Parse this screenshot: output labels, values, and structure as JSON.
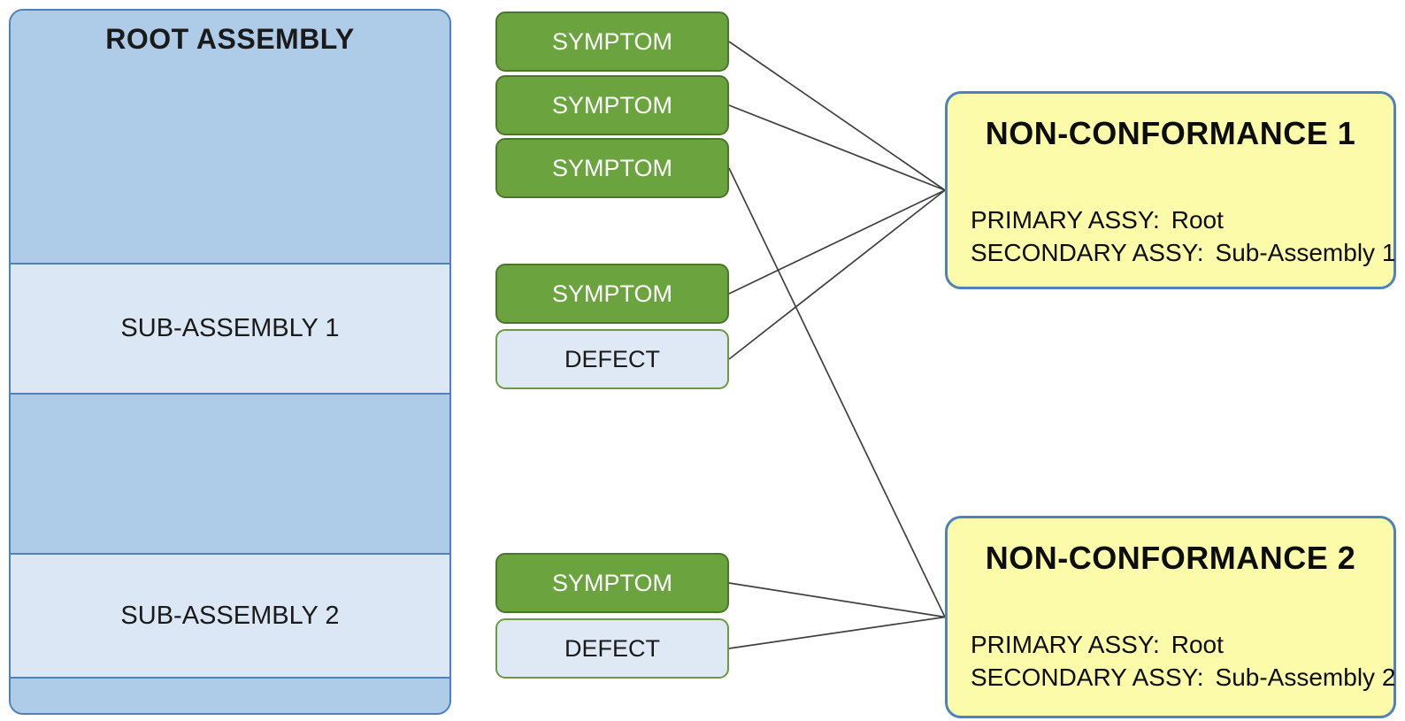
{
  "colors": {
    "section_dark": "#aecbe8",
    "section_light": "#dbe7f4",
    "panel_border": "#4f81bd",
    "symptom_fill": "#6ba33e",
    "symptom_border": "#4c752c",
    "symptom_text": "#ffffff",
    "defect_fill": "#dfe9f5",
    "defect_border": "#6b9a40",
    "nc_fill": "#fbfba9",
    "nc_border": "#4f81bd",
    "connector": "#404040"
  },
  "assembly": {
    "title": "ROOT ASSEMBLY",
    "sub_assembly_1": "SUB-ASSEMBLY 1",
    "sub_assembly_2": "SUB-ASSEMBLY 2"
  },
  "nodes": [
    {
      "id": "symptom-1",
      "type": "symptom",
      "label": "SYMPTOM"
    },
    {
      "id": "symptom-2",
      "type": "symptom",
      "label": "SYMPTOM"
    },
    {
      "id": "symptom-3",
      "type": "symptom",
      "label": "SYMPTOM"
    },
    {
      "id": "symptom-4",
      "type": "symptom",
      "label": "SYMPTOM"
    },
    {
      "id": "defect-1",
      "type": "defect",
      "label": "DEFECT"
    },
    {
      "id": "symptom-5",
      "type": "symptom",
      "label": "SYMPTOM"
    },
    {
      "id": "defect-2",
      "type": "defect",
      "label": "DEFECT"
    }
  ],
  "non_conformances": [
    {
      "id": "nc-1",
      "title": "NON-CONFORMANCE 1",
      "primary_label": "PRIMARY ASSY:",
      "primary_value": "Root",
      "secondary_label": "SECONDARY ASSY:",
      "secondary_value": "Sub-Assembly 1"
    },
    {
      "id": "nc-2",
      "title": "NON-CONFORMANCE 2",
      "primary_label": "PRIMARY ASSY:",
      "primary_value": "Root",
      "secondary_label": "SECONDARY ASSY:",
      "secondary_value": "Sub-Assembly 2"
    }
  ],
  "connections": [
    {
      "from": "symptom-1",
      "to": "nc-1"
    },
    {
      "from": "symptom-2",
      "to": "nc-1"
    },
    {
      "from": "symptom-3",
      "to": "nc-2"
    },
    {
      "from": "symptom-4",
      "to": "nc-1"
    },
    {
      "from": "defect-1",
      "to": "nc-1"
    },
    {
      "from": "symptom-5",
      "to": "nc-2"
    },
    {
      "from": "defect-2",
      "to": "nc-2"
    }
  ]
}
